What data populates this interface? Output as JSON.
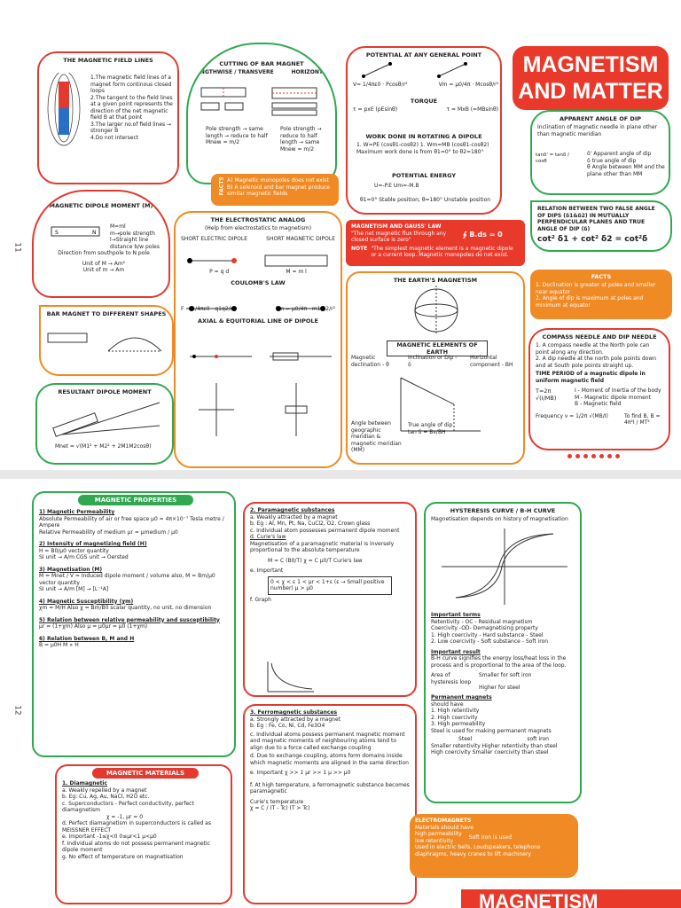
{
  "pages": {
    "p11": "11",
    "p12": "12"
  },
  "title": {
    "line1": "MAGNETISM",
    "line2": "AND MATTER",
    "footer": "MAGNETISM"
  },
  "field_lines": {
    "title": "THE MAGNETIC FIELD LINES",
    "text": "1.The magnetic field lines of a magnet form continous closed loops\n2.The tangent to the field lines at a given point represents the direction of the net magnetic field B at that point\n3.The larger no.of field lines → stronger B\n4.Do not intersect"
  },
  "cutting": {
    "title": "CUTTING OF BAR MAGNET",
    "left": "LENGTHWISE / TRANSVERE",
    "right": "HORIZONTAL",
    "lp": "Pole strength → same",
    "ll": "length → reduce to half",
    "rp": "Pole strength → reduce to half",
    "rl": "length → same",
    "lm": "Mnew = m/2",
    "rm": "Mnew = m/2"
  },
  "facts1": {
    "label": "FACTS",
    "a": "A) Magnetic monopoles does not exist",
    "b": "B) A selenoid and bar magnet produce similar magnetic fields"
  },
  "potential": {
    "title": "POTENTIAL AT ANY GENERAL POINT",
    "v1": "V= 1/4πε0 · Pcosθ/r²",
    "v2": "Vm = μ0/4π · Mcosθ/r²",
    "torque": "TORQUE",
    "t1": "τ = pxE (pEsinθ)",
    "t2": "τ = MxB (=MBsinθ)",
    "work": "WORK DONE IN ROTATING A DIPOLE",
    "w1": "1. W=PE (cosθ1-cosθ2)   1. Wm=MB (cosθ1-cosθ2)",
    "w2": "Maximum work done is from θ1=0° to θ2=180°",
    "pe": "POTENTIAL ENERGY",
    "pe1": "U=-P.E      Um=-M.B",
    "pe2": "θ1=0° Stable position; θ=180° Unstable position"
  },
  "dip": {
    "title": "APPARENT ANGLE OF DIP",
    "desc": "Inclination of magnetic needle in plane other than magnetic meridian",
    "f": "tanδ' = tanδ / cosθ",
    "a": "δ' Apparent angle of dip",
    "b": "δ true angle of dip",
    "c": "θ Angle between MM and the plane other than MM"
  },
  "relation": {
    "title": "RELATION BETWEEN TWO FALSE ANGLE OF DIPS (δ1&δ2) IN MUTUALLY PERPENDICULAR PLANES AND TRUE ANGLE OF DIP (δ)",
    "f": "cot² δ1 + cot² δ2 = cot²δ"
  },
  "facts2": {
    "title": "FACTS",
    "a": "1. Declination is greater at poles and smaller near equator",
    "b": "2. Angle of dip is maximum at poles and minimum at equator"
  },
  "dipole": {
    "title": "MAGNETIC DIPOLE MOMENT (M)",
    "f": "M=ml",
    "a": "m→pole strength",
    "b": "l→Straight line distance b/w poles",
    "c": "Direction from southpole to N pole",
    "u1": "Unit of M → Am²",
    "u2": "Unit of m → Am"
  },
  "electro": {
    "title": "THE ELECTROSTATIC ANALOG",
    "sub": "(Help from electrostatics to magnetism)",
    "a": "SHORT ELECTRIC DIPOLE",
    "b": "SHORT MAGNETIC DIPOLE",
    "p": "P = q d",
    "m": "M = m l",
    "coul": "COULOMB'S LAW",
    "fe": "F = 1/4πε0 · q1q2/r²",
    "fm": "Fm = μ0/4π · m1m2/r²",
    "axial": "AXIAL & EQUITORIAL LINE OF DIPOLE"
  },
  "gauss": {
    "title": "MAGNETISM AND GAUSS' LAW",
    "a": "\"The net magnetic flux through any closed surface is zero\"",
    "f": "∮ B.ds = 0",
    "note": "NOTE",
    "b": "\"The simplest magnetic element is a magnetic dipole or a current loop. Magnetic monopoles do not exist."
  },
  "earth": {
    "title": "THE EARTH'S MAGNETISM",
    "elems": "MAGNETIC ELEMENTS OF EARTH",
    "d": "Magnetic declination - θ",
    "i": "Inclination or Dip - δ",
    "h": "Horizontal component - BH",
    "ang": "Angle between geographic meridian & magnetic meridian (MM)",
    "true": "True angle of dip",
    "tan": "tan δ = Bv/BH"
  },
  "barmag": {
    "title": "BAR MAGNET TO DIFFERENT SHAPES"
  },
  "resultant": {
    "title": "RESULTANT DIPOLE MOMENT",
    "f": "Mnet = √(M1² + M2² + 2M1M2cosθ)"
  },
  "compass": {
    "title": "COMPASS NEEDLE AND DIP NEEDLE",
    "a": "1. A compass needle at the North pole can point along any direction.",
    "b": "2. A dip needle at the north pole points down and at South pole points straight up.",
    "tp": "TIME PERIOD of a magnetic dipole in uniform magnetic field",
    "tf": "T=2π √(I/MB)",
    "i": "I - Moment of Inertia of the body",
    "m": "M - Magnetic dipole moment",
    "bb": "B - Magnetic field",
    "fr": "Frequency ν = 1/2π √(MB/I)",
    "fb": "To find B, B = 4π²I / MT²"
  },
  "props": {
    "title": "MAGNETIC PROPERTIES",
    "p1": "1) Magnetic Permeability",
    "p1a": "Absolute Permeability of air or free space   μ0 = 4π×10⁻⁷ Tesla metre / Ampere",
    "p1b": "Relative Permeability of medium   μr = μmedium / μ0",
    "p2": "2) Intensity of magnetizing field (H)",
    "p2a": "H = B0/μ0  vector quantity",
    "p2b": "SI unit → A/m     CGS unit → Oersted",
    "p3": "3) Magnetisation (M)",
    "p3a": "M = Mnet / V = Induced dipole moment / volume   also, M = Bm/μ0",
    "p3b": "vector quantity",
    "p3c": "SI unit → A/m     [M] → [L⁻¹A]",
    "p4": "4) Magnetic Susceptibility (χm)",
    "p4a": "χm = M/H  Also χ = Bm/B0   scalar quantity, no unit, no dimension",
    "p5": "5) Relation between relative permeability and susceptibility",
    "p5a": "μr = (1+χm)   Also μ = μ0μr = μ0 (1+χm)",
    "p6": "6) Relation between B, M and H",
    "p6a": "B = μ0H       M ∝ H"
  },
  "materials": {
    "title": "MAGNETIC MATERIALS",
    "d": "1. Diamagnetic",
    "a": "a. Weakly repelled by a magnet",
    "b": "b. Eg: Cu, Ag, Au, NaCl, H2O etc.",
    "c": "c. Superconductors - Perfect conductivity, perfect diamagnetism",
    "c2": "χ = -1, μr = 0",
    "dd": "d. Perfect diamagnetism in superconductors is called as MEISSNER EFFECT",
    "e": "e. Important   -1≤χ<0   0≤μr<1   μ<μ0",
    "f": "f. Individual atoms do not possess permanent magnetic dipole moment",
    "g": "g. No effect of temperature on magnetisation"
  },
  "para": {
    "title": "2. Paramagnetic substances",
    "a": "a. Weakly attracted by a magnet",
    "b": "b. Eg : Al, Mn, Pt, Na, CuCl2, O2, Crown glass",
    "c": "c. Individual atom possesses permanent dipole moment",
    "d": "d. Curie's law",
    "d2": "Magnetisation of a paramagnetic material is inversely proportional to the absolute temperature",
    "cf": "M = C (B0/T)    χ = C μ0/T     Curie's law",
    "e": "e. Important",
    "e1": "0 < χ < ε   1 < μr < 1+ε (ε → Small positive number)   μ > μ0",
    "f": "f. Graph"
  },
  "ferro": {
    "title": "3. Ferromagnetic substances",
    "a": "a. Strongly attracted by a magnet",
    "b": "b. Eg : Fe, Co, Ni, Cd, Fe3O4",
    "c": "c. Individual atoms possess permanent magnetic moment and magnetic moments of neighbouring atoms tend to align due to a force called exchange coupling",
    "d": "d. Due to exchange coupling, atoms form domains inside which magnetic moments are aligned in the same direction",
    "e": "e. Important   χ >> 1   μr >> 1   μ >> μ0",
    "f": "f. At high temperature, a ferromagnetic substance becomes paramagnetic",
    "g": "Curie's temperature",
    "gf": "χ = C / (T - Tc)   (T > Tc)"
  },
  "hyst": {
    "title": "HYSTERESIS CURVE / B-H CURVE",
    "desc": "Magnetisation depends on history of magnetisation",
    "terms": "Important terms",
    "t1": "Retentivity - OC - Residual magnetism",
    "t2": "Coercivity -OD- Demagnetising property",
    "t3": "1. High coercivity - Hard substance - Steel",
    "t4": "2. Low coercivity - Soft substance - Soft iron",
    "res": "Important result",
    "r1": "B-H curve signifies the energy loss/heat loss in the process and is proportional to the area of the loop.",
    "area": "Area of hysteresis loop",
    "soft": "Smaller for soft iron",
    "high": "Higher for steel",
    "pm": "Permanent magnets",
    "sh": "should have",
    "s1": "1. High retentivity",
    "s2": "2. High coercivity",
    "s3": "3. High permeability",
    "st": "Steel is used for making permanent magnets",
    "steel": "Steel",
    "iron": "soft iron",
    "c1": "Smaller retentivity   Higher retentivity than steel",
    "c2": "High coercivity   Smaller coercivity than steel"
  },
  "electromag": {
    "title": "ELECTROMAGNETS",
    "a": "Materials should have",
    "b": "high permeability",
    "c": "low retentivity",
    "d": "Soft iron is used",
    "e": "Used in electric bells, Loudspeakers, telephone diaphragms, heavy cranes to lift machinery"
  }
}
